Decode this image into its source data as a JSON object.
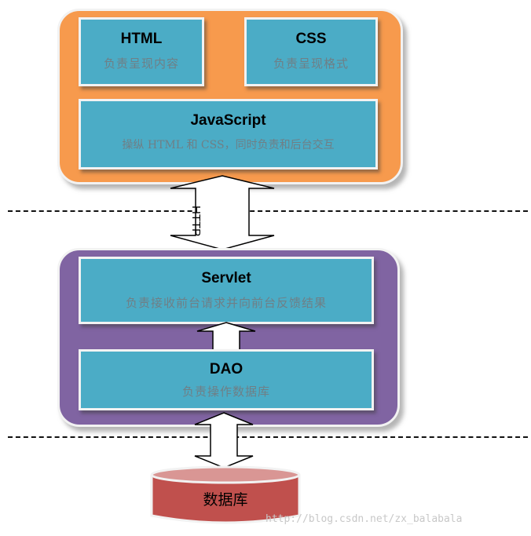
{
  "layers": {
    "html": {
      "title": "HTML",
      "desc": "负责呈现内容"
    },
    "css": {
      "title": "CSS",
      "desc": "负责呈现格式"
    },
    "javascript": {
      "title": "JavaScript",
      "desc": "操纵 HTML 和 CSS，同时负责和后台交互"
    },
    "servlet": {
      "title": "Servlet",
      "desc": "负责接收前台请求并向前台反馈结果"
    },
    "dao": {
      "title": "DAO",
      "desc": "负责操作数据库"
    },
    "database": {
      "title": "数据库"
    }
  },
  "arrows": {
    "http_label": "HTTP"
  },
  "watermark": "http://blog.csdn.net/zx_balabala",
  "colors": {
    "frontend_frame": "#f79a4d",
    "backend_frame": "#8064a2",
    "component_box": "#4bacc6",
    "database": "#c0504d"
  }
}
